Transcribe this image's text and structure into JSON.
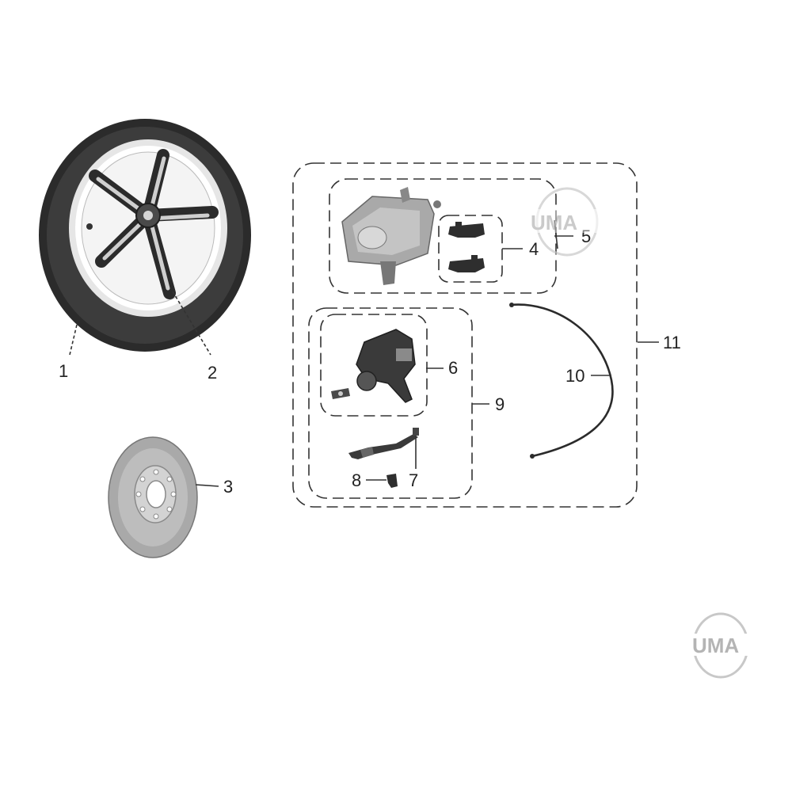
{
  "diagram": {
    "callouts": [
      "1",
      "2",
      "3",
      "4",
      "5",
      "6",
      "7",
      "8",
      "9",
      "10",
      "11"
    ]
  },
  "watermark": {
    "logo_text": "UMA",
    "colors": {
      "ring": "#c8c8c8",
      "text": "#b4b4b4"
    }
  },
  "colors": {
    "line": "#333333",
    "tire": "#2b2b2b",
    "rim": "#d9d9d9",
    "metal": "#a9a9a9",
    "dark_part": "#3a3a3a"
  }
}
